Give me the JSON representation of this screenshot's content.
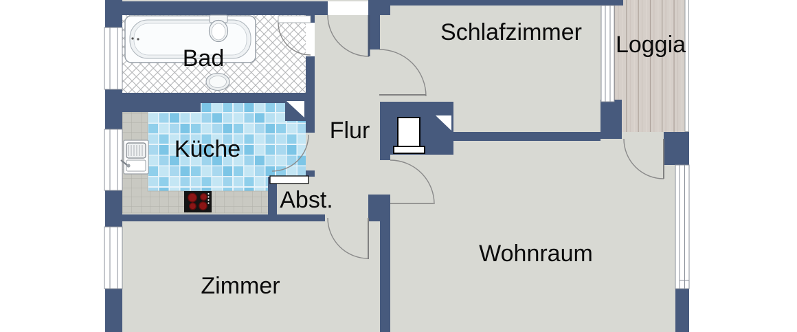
{
  "plan": {
    "type": "apartment-floor-plan",
    "rooms": {
      "bad": {
        "label": "Bad",
        "floor": "white-diagonal-tiles"
      },
      "kueche": {
        "label": "Küche",
        "floor": "blue-mosaic-tiles"
      },
      "flur": {
        "label": "Flur",
        "floor": "plain-grey"
      },
      "abst": {
        "label": "Abst.",
        "floor": "plain-grey"
      },
      "zimmer": {
        "label": "Zimmer",
        "floor": "plain-grey"
      },
      "schlafzimmer": {
        "label": "Schlafzimmer",
        "floor": "plain-grey"
      },
      "loggia": {
        "label": "Loggia",
        "floor": "wood-planks"
      },
      "wohnraum": {
        "label": "Wohnraum",
        "floor": "plain-grey"
      }
    },
    "fixtures": [
      "bathtub",
      "toilet",
      "washbasin",
      "kitchen-sink",
      "stove",
      "ventilation-shaft"
    ],
    "door_count": 7,
    "window_count": 5,
    "colors": {
      "wall": "#475a7d",
      "floor": "#d8d9d3",
      "bath_tile_line": "#aeb0b2",
      "kitchen_tile_blues": [
        "#a8d8ef",
        "#7cc5e6",
        "#c4e6f4",
        "#8fcfeb",
        "#9ed4ed",
        "#b7e0f2"
      ],
      "counter_tile": "#c9c9c2",
      "loggia_wood": "#d6cfc9",
      "stove_burner": "#8c1616",
      "door_arc": "#8a8a8a"
    }
  }
}
